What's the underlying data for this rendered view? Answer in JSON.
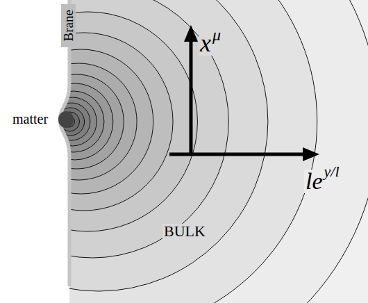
{
  "diagram": {
    "nodes": [
      {
        "text": [
          "Brane"
        ]
      }
    ],
    "labels": [
      "matter",
      "x",
      "μ",
      "le",
      "y/l",
      "BULK"
    ]
  }
}
